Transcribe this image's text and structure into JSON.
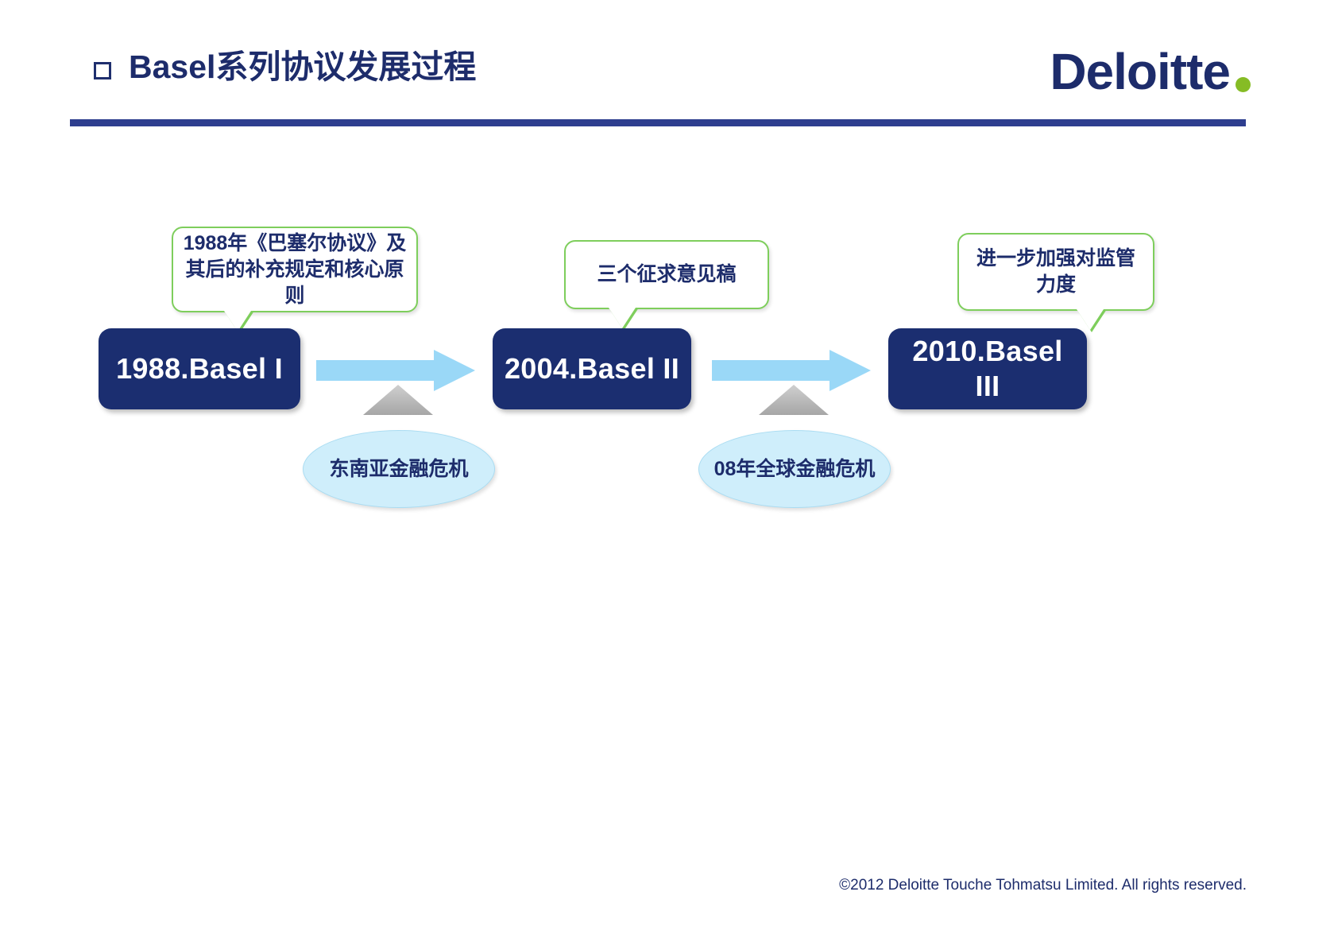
{
  "header": {
    "bullet_icon": "hollow-square-bullet",
    "title": "Basel系列协议发展过程",
    "rule_color": "#2e3e8f"
  },
  "logo": {
    "wordmark": "Deloitte",
    "dot_icon": "green-dot",
    "brand_color": "#1d2c6b",
    "accent_color": "#86bc25"
  },
  "diagram": {
    "type": "timeline",
    "callouts": [
      {
        "id": "callout-1",
        "text": "1988年《巴塞尔协议》及其后的补充规定和核心原则",
        "border_color": "#7ece5c"
      },
      {
        "id": "callout-2",
        "text": "三个征求意见稿",
        "border_color": "#7ece5c"
      },
      {
        "id": "callout-3",
        "text": "进一步加强对监管力度",
        "border_color": "#7ece5c"
      }
    ],
    "milestones": [
      {
        "id": "milestone-1",
        "label": "1988.Basel I",
        "color": "#1b2e70"
      },
      {
        "id": "milestone-2",
        "label": "2004.Basel II",
        "color": "#1b2e70"
      },
      {
        "id": "milestone-3",
        "label": "2010.Basel III",
        "color": "#1b2e70"
      }
    ],
    "arrows": [
      {
        "id": "arrow-1",
        "direction": "right",
        "color": "#9ad8f7"
      },
      {
        "id": "arrow-2",
        "direction": "right",
        "color": "#9ad8f7"
      }
    ],
    "triangles": [
      {
        "id": "tri-1",
        "direction": "up",
        "color": "#b8b8b8"
      },
      {
        "id": "tri-2",
        "direction": "up",
        "color": "#b8b8b8"
      }
    ],
    "crises": [
      {
        "id": "crisis-1",
        "text": "东南亚金融危机",
        "fill": "#cfeefb"
      },
      {
        "id": "crisis-2",
        "text": "08年全球金融危机",
        "fill": "#cfeefb"
      }
    ]
  },
  "footer": {
    "copyright": "©2012 Deloitte Touche Tohmatsu Limited. All rights reserved."
  }
}
